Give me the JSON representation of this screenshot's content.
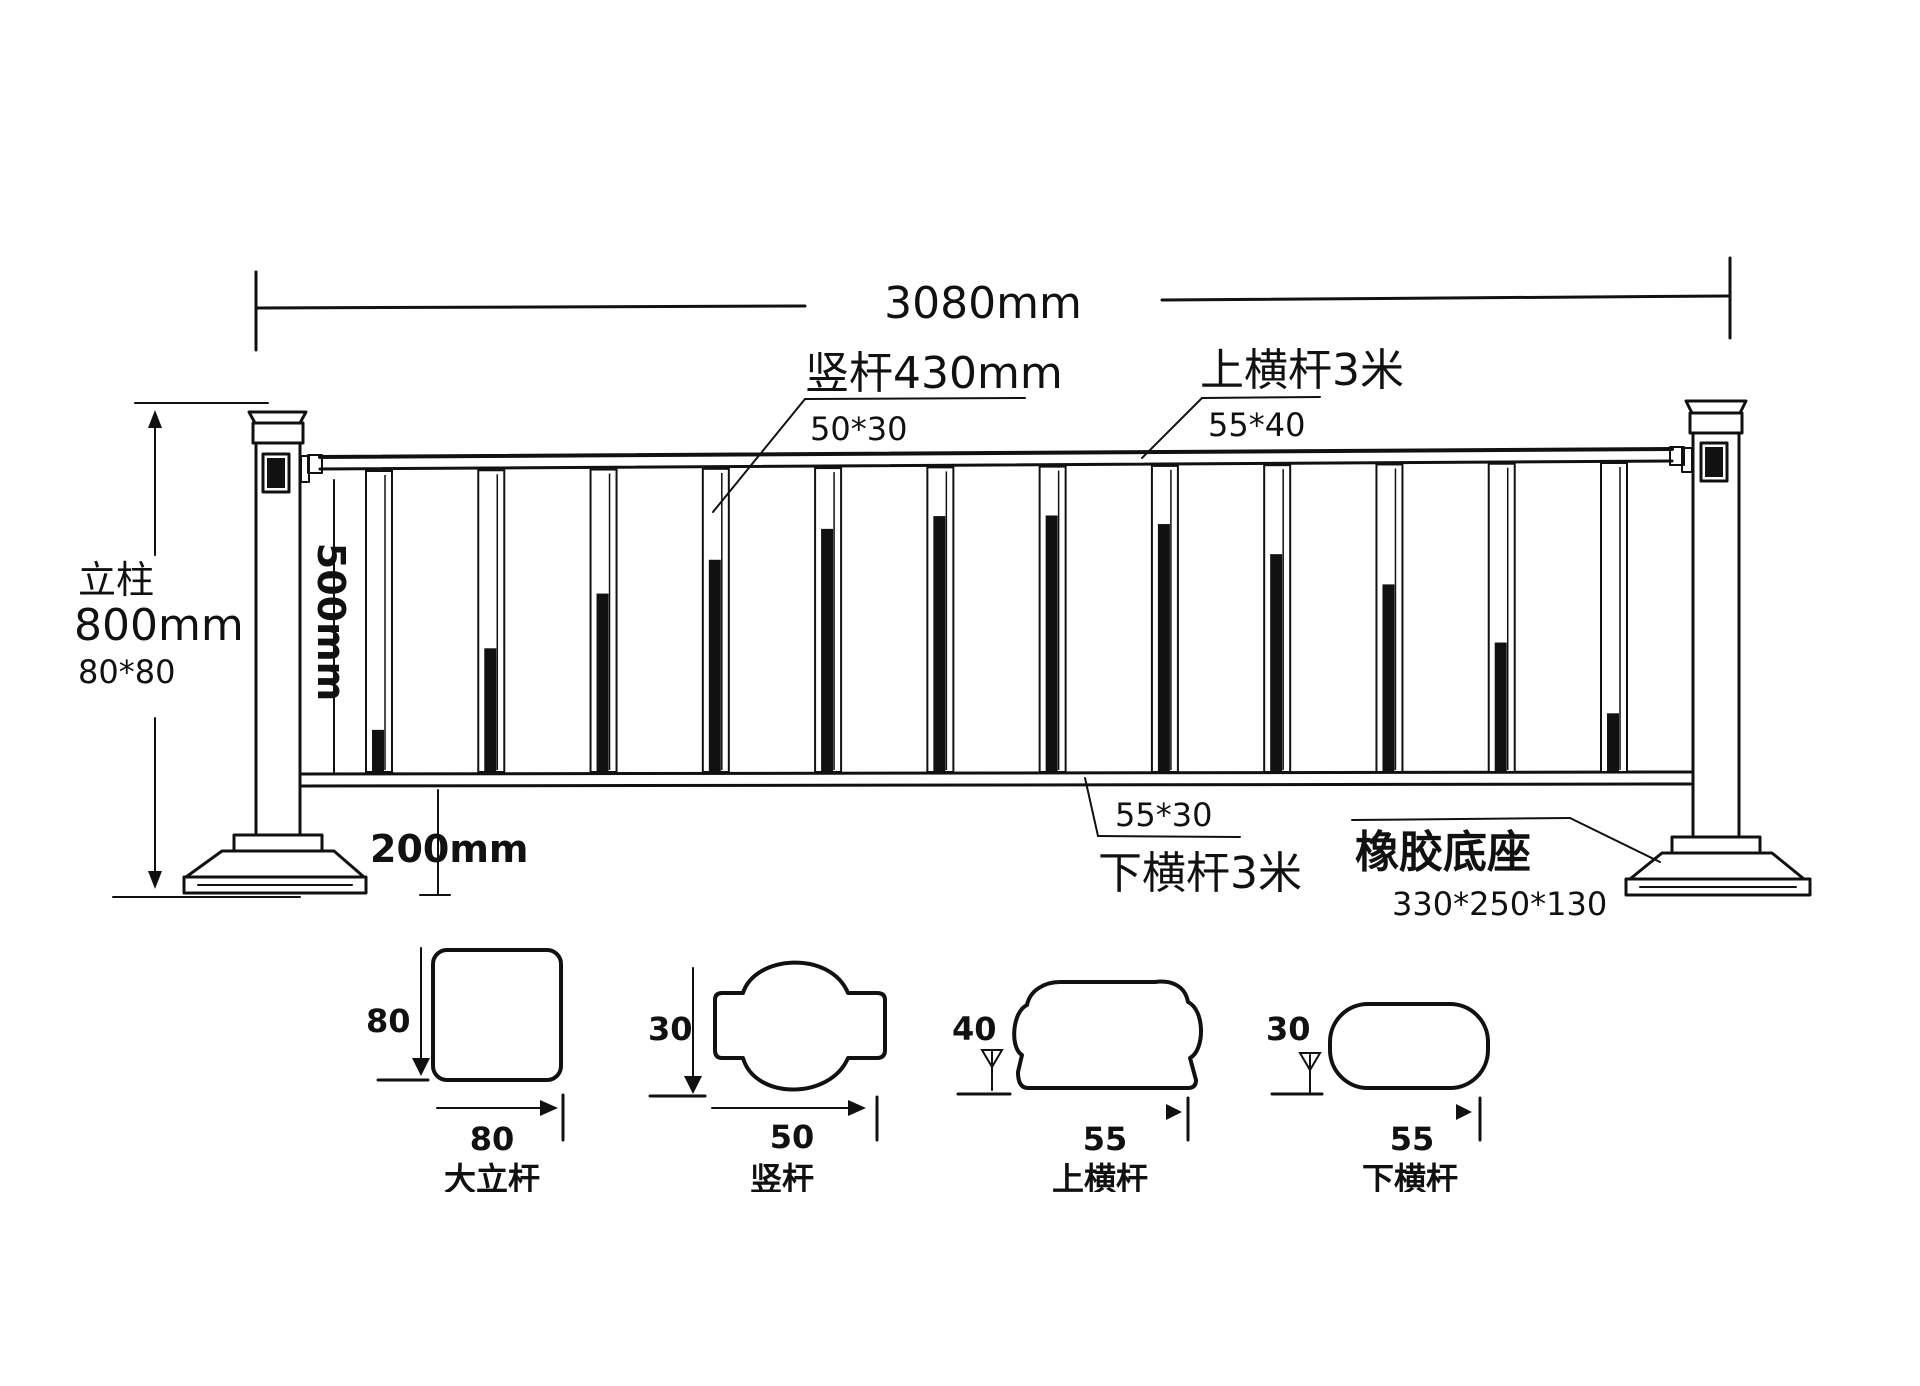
{
  "dimensions": {
    "total_width": "3080mm",
    "post_name": "立柱",
    "post_height": "800mm",
    "post_section": "80*80",
    "infill_height": "500mm",
    "ground_clearance": "200mm"
  },
  "components": {
    "vertical_bar": {
      "label": "竖杆430mm",
      "spec": "50*30"
    },
    "top_rail": {
      "label": "上横杆3米",
      "spec": "55*40"
    },
    "bottom_rail": {
      "label": "下横杆3米",
      "spec": "55*30"
    },
    "rubber_base": {
      "label": "橡胶底座",
      "spec": "330*250*130"
    }
  },
  "sections": [
    {
      "name": "大立杆",
      "width": "80",
      "height": "80"
    },
    {
      "name": "竖杆",
      "width": "50",
      "height": "30"
    },
    {
      "name": "上横杆",
      "width": "55",
      "height": "40"
    },
    {
      "name": "下横杆",
      "width": "55",
      "height": "30"
    }
  ],
  "fence": {
    "vertical_bar_count": 12,
    "bar_dark_fill_fractions": [
      0.14,
      0.41,
      0.59,
      0.7,
      0.8,
      0.84,
      0.84,
      0.81,
      0.71,
      0.61,
      0.42,
      0.19
    ]
  },
  "colors": {
    "line": "#111111",
    "background": "#ffffff"
  }
}
